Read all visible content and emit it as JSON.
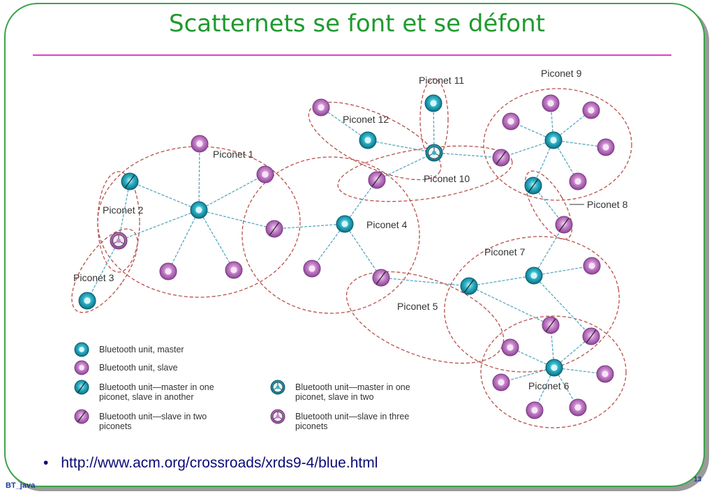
{
  "slide": {
    "title": "Scatternets se font et se défont",
    "link": "http://www.acm.org/crossroads/xrds9-4/blue.html",
    "bullet": "•",
    "footer_left": "BT_java",
    "page_number": "13"
  },
  "colors": {
    "title": "#1f9a2e",
    "rule": "#e040c8",
    "frame": "#3aa54a",
    "master": "#1aa0b8",
    "slave": "#c27ac8",
    "boundary": "#b8504a",
    "link_line": "#5aa8c0",
    "footer": "#1a3aa0"
  },
  "piconet_labels": [
    "Piconet 1",
    "Piconet 2",
    "Piconet 3",
    "Piconet 4",
    "Piconet 5",
    "Piconet 6",
    "Piconet 7",
    "Piconet 8",
    "Piconet 9",
    "Piconet 10",
    "Piconet 11",
    "Piconet 12"
  ],
  "legend": [
    {
      "icon": "master",
      "line1": "Bluetooth unit, master",
      "line2": ""
    },
    {
      "icon": "slave",
      "line1": "Bluetooth unit, slave",
      "line2": ""
    },
    {
      "icon": "master-slave",
      "line1": "Bluetooth unit—master in one",
      "line2": "piconet, slave in another"
    },
    {
      "icon": "slave-two",
      "line1": "Bluetooth unit—slave in two",
      "line2": "piconets"
    },
    {
      "icon": "master-slave-two",
      "line1": "Bluetooth unit—master in one",
      "line2": "piconet, slave in two"
    },
    {
      "icon": "slave-three",
      "line1": "Bluetooth unit—slave in three",
      "line2": "piconets"
    }
  ]
}
